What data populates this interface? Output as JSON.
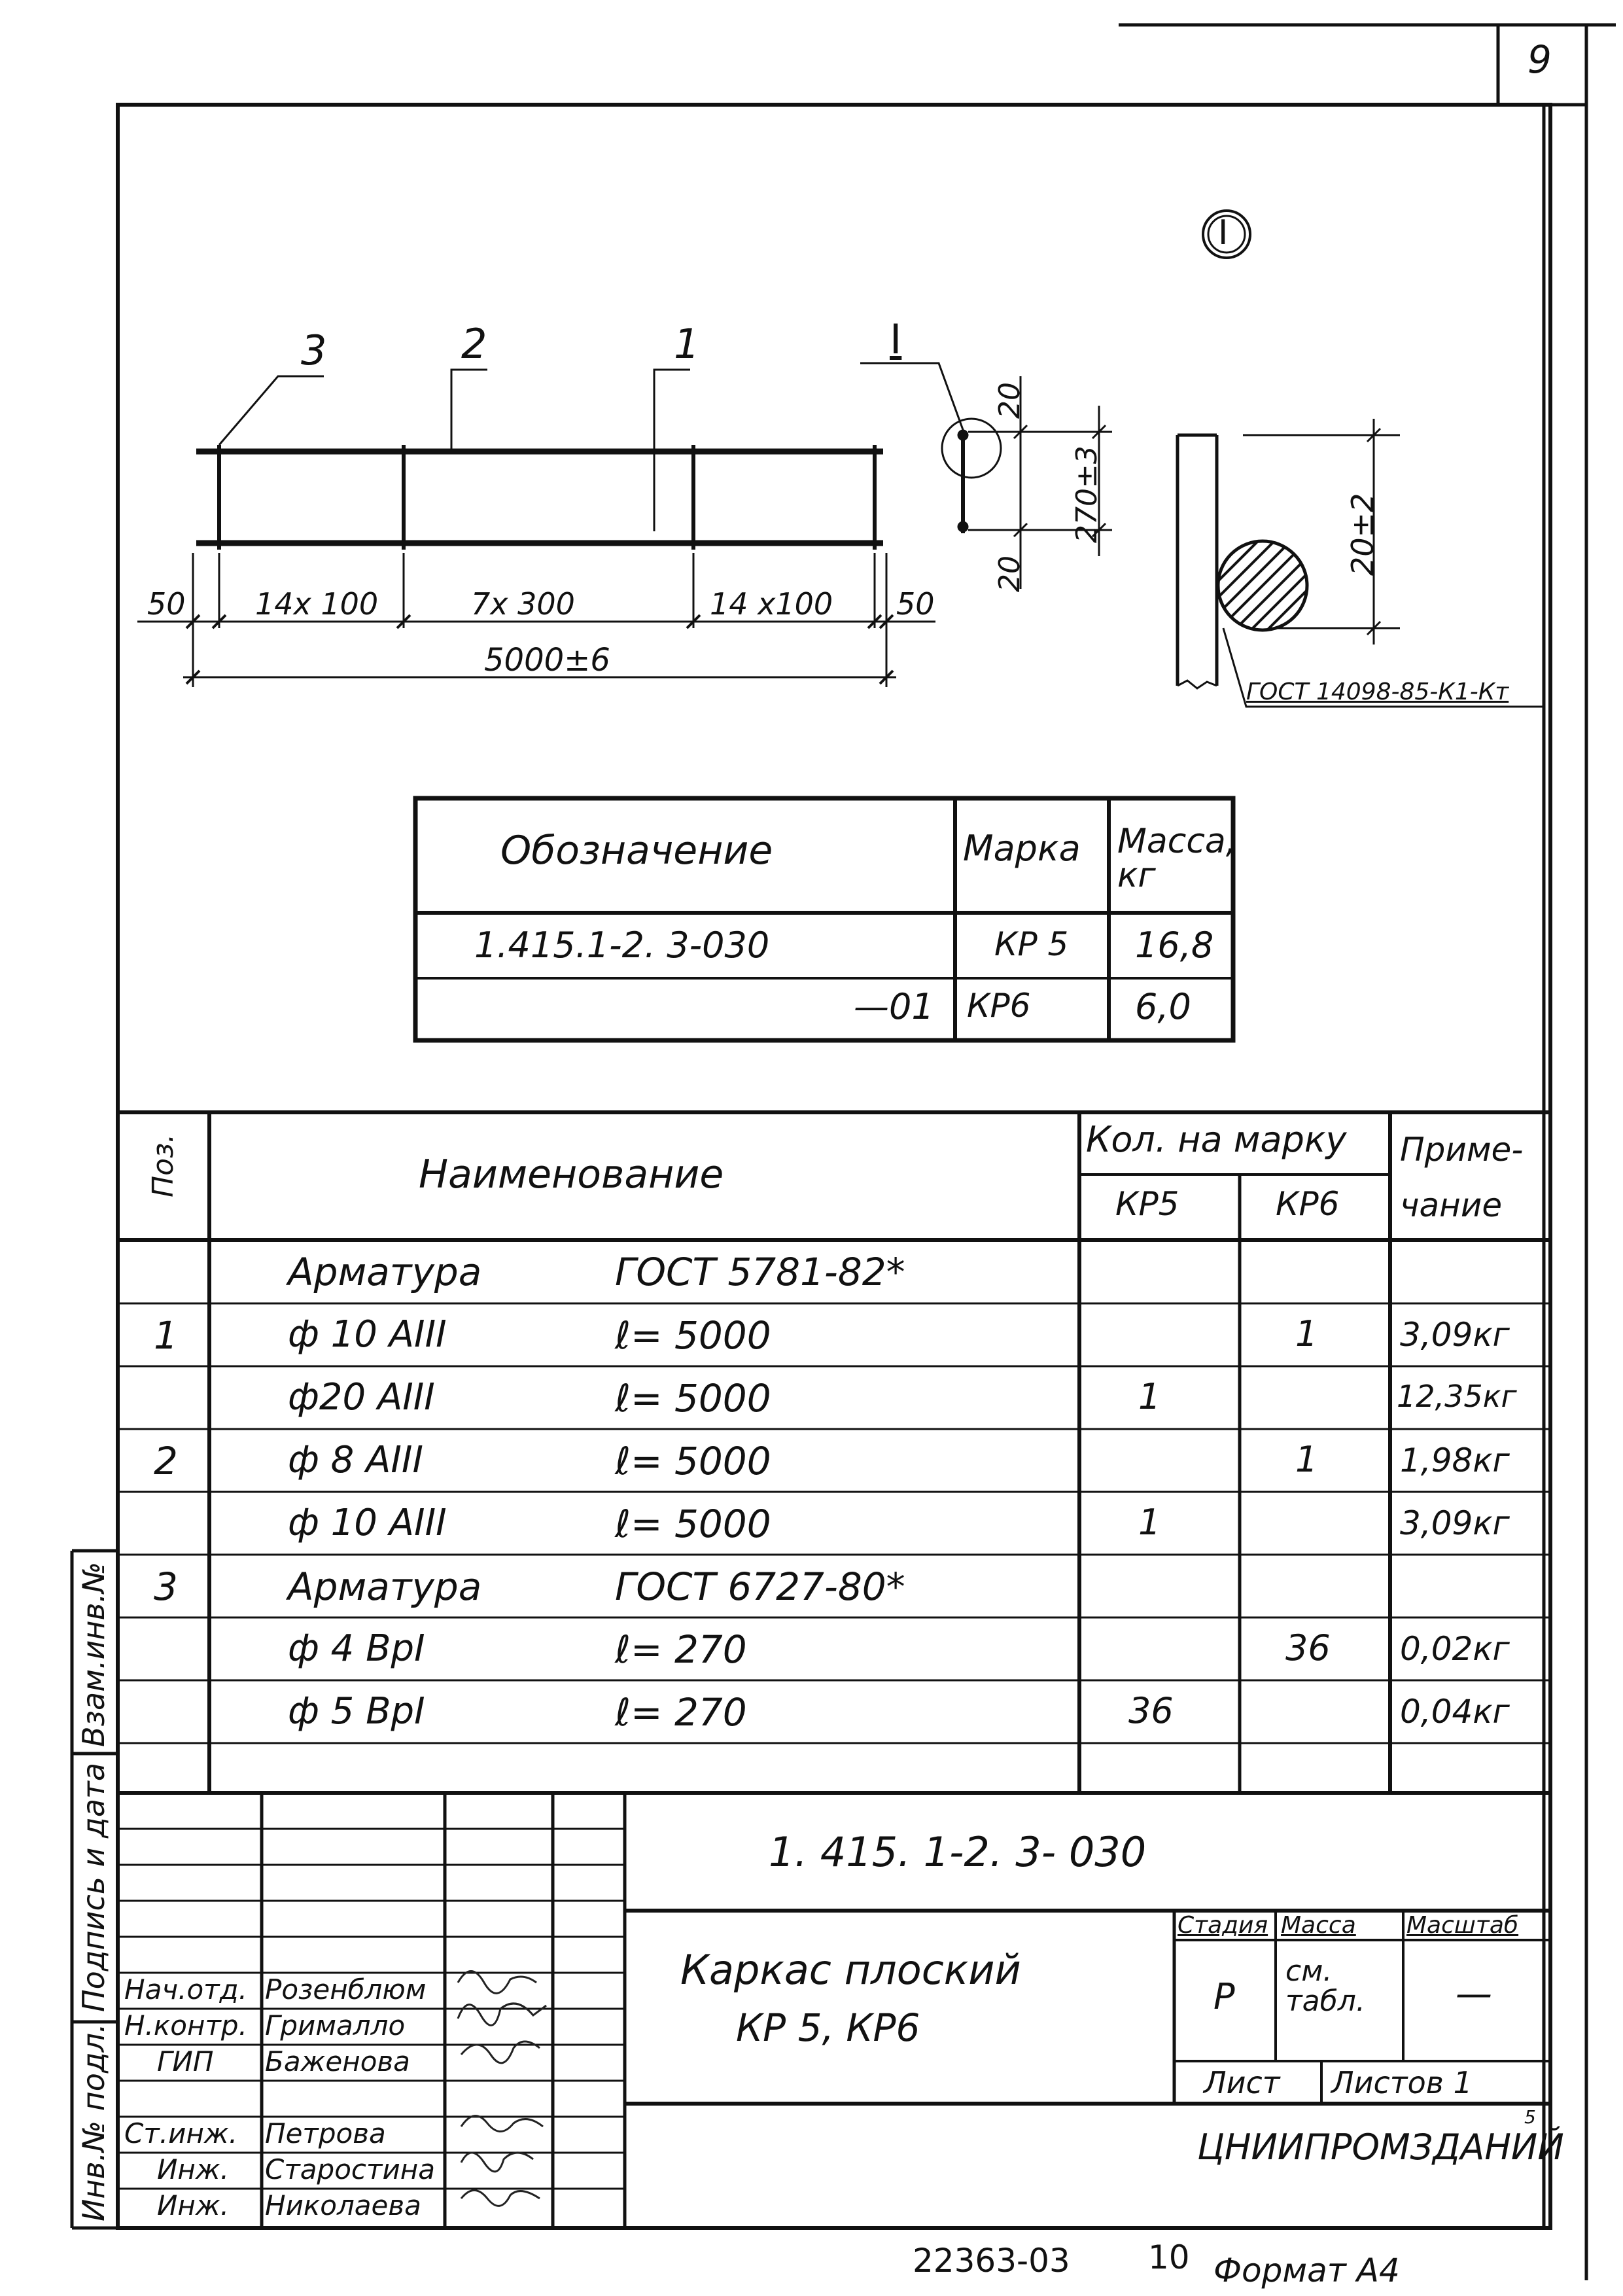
{
  "sheet_number": "9",
  "drawing": {
    "callout_node": "I",
    "detail_label": "I",
    "pos_labels": [
      "3",
      "2",
      "1"
    ],
    "dims": {
      "left_end": "50",
      "seg1": "14x 100",
      "seg2": "7x 300",
      "seg3": "14 x100",
      "right_end": "50",
      "total": "5000±6",
      "top_offset": "20",
      "height": "270±3",
      "bottom_offset": "20",
      "detail_dim": "20±2"
    },
    "weld_note": "ГОСТ 14098-85-К1-Кт"
  },
  "marks_table": {
    "headers": [
      "Обозначение",
      "Марка",
      "Масса, кг"
    ],
    "rows": [
      {
        "designation": "1.415.1-2. 3-030",
        "mark": "КР 5",
        "mass": "16,8"
      },
      {
        "designation": "—01",
        "mark": "КР6",
        "mass": "6,0"
      }
    ]
  },
  "spec_table": {
    "header": {
      "pos": "Поз.",
      "name": "Наименование",
      "qty": "Кол. на марку",
      "kp5": "КР5",
      "kp6": "КР6",
      "note": "Приме- чание"
    },
    "rows": [
      {
        "pos": "",
        "name": "Арматура",
        "len": "ГОСТ 5781-82*",
        "kp5": "",
        "kp6": "",
        "note": ""
      },
      {
        "pos": "1",
        "name": "ф 10 АIII",
        "len": "ℓ= 5000",
        "kp5": "",
        "kp6": "1",
        "note": "3,09кг"
      },
      {
        "pos": "",
        "name": "ф20 АIII",
        "len": "ℓ= 5000",
        "kp5": "1",
        "kp6": "",
        "note": "12,35кг"
      },
      {
        "pos": "2",
        "name": "ф 8 АIII",
        "len": "ℓ= 5000",
        "kp5": "",
        "kp6": "1",
        "note": "1,98кг"
      },
      {
        "pos": "",
        "name": "ф 10 АIII",
        "len": "ℓ= 5000",
        "kp5": "1",
        "kp6": "",
        "note": "3,09кг"
      },
      {
        "pos": "3",
        "name": "Арматура",
        "len": "ГОСТ 6727-80*",
        "kp5": "",
        "kp6": "",
        "note": ""
      },
      {
        "pos": "",
        "name": "ф 4 ВрI",
        "len": "ℓ= 270",
        "kp5": "",
        "kp6": "36",
        "note": "0,02кг"
      },
      {
        "pos": "",
        "name": "ф 5 ВрI",
        "len": "ℓ= 270",
        "kp5": "36",
        "kp6": "",
        "note": "0,04кг"
      },
      {
        "pos": "",
        "name": "",
        "len": "",
        "kp5": "",
        "kp6": "",
        "note": ""
      }
    ]
  },
  "side_stamps": [
    "Взам.инв.№",
    "Подпись и дата",
    "Инв.№ подл."
  ],
  "title_block": {
    "code": "1. 415. 1-2. 3- 030",
    "title_line1": "Каркас плоский",
    "title_line2": "КР 5, КР6",
    "stage_label": "Стадия",
    "mass_label": "Масса",
    "scale_label": "Масштаб",
    "stage": "Р",
    "mass": "см. табл.",
    "scale": "—",
    "sheet_label": "Лист",
    "sheets_label": "Листов 1",
    "org": "ЦНИИПРОМЗДАНИЙ",
    "org_sup": "5",
    "people": [
      {
        "role": "Нач.отд.",
        "name": "Розенблюм"
      },
      {
        "role": "Н.контр.",
        "name": "Грималло"
      },
      {
        "role": "ГИП",
        "name": "Баженова"
      },
      {
        "role": "Ст.инж.",
        "name": "Петрова"
      },
      {
        "role": "Инж.",
        "name": "Старостина"
      },
      {
        "role": "Инж.",
        "name": "Николаева"
      }
    ]
  },
  "footer": {
    "code": "22363-03",
    "page": "10",
    "format": "Формат А4"
  }
}
